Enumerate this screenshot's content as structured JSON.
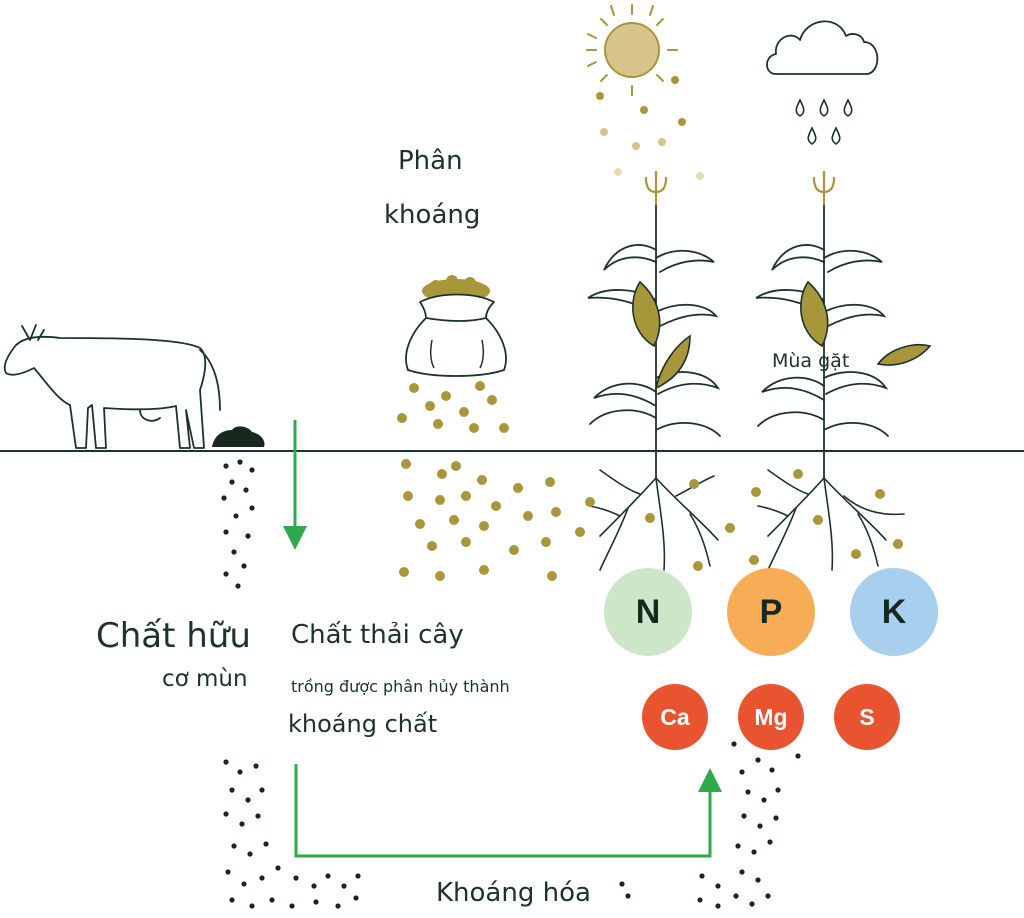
{
  "labels": {
    "mineral_fertilizer_line1": "Phân",
    "mineral_fertilizer_line2": "khoáng",
    "harvest": "Mùa gặt",
    "organic_matter": "Chất hữu",
    "humus": "cơ mùn",
    "plant_waste": "Chất thải cây",
    "decomposed": "trồng được phân hủy thành",
    "minerals": "khoáng chất",
    "mineralization": "Khoáng hóa"
  },
  "nutrients": [
    {
      "symbol": "N",
      "color": "#cde5c9"
    },
    {
      "symbol": "P",
      "color": "#f6ad55"
    },
    {
      "symbol": "K",
      "color": "#a9cfee"
    },
    {
      "symbol": "Ca",
      "color": "#e8542f"
    },
    {
      "symbol": "Mg",
      "color": "#e8542f"
    },
    {
      "symbol": "S",
      "color": "#e8542f"
    }
  ],
  "colors": {
    "ink": "#1b3328",
    "olive": "#a8973a",
    "arrow_green": "#2eaa4c",
    "sun": "#d6c48a"
  },
  "icons": [
    "cow-icon",
    "manure-icon",
    "fertilizer-bag-icon",
    "sun-icon",
    "cloud-icon",
    "rain-icon",
    "corn-plant-icon",
    "root-icon",
    "leaf-icon"
  ]
}
